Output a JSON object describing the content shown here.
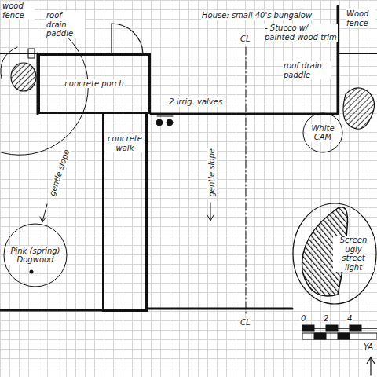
{
  "diagram": {
    "nodes": [
      {
        "text": [
          "concrete porch"
        ]
      },
      {
        "text": [
          "concrete walk"
        ]
      },
      {
        "text": [
          "Pink (spring) Dogwood"
        ]
      },
      {
        "text": [
          "White CAM"
        ]
      },
      {
        "text": [
          "Screen ugly street light"
        ]
      }
    ],
    "labels": [
      "wood fence",
      "roof drain paddle",
      "House: small 40's bungalow",
      "- Stucco w/ painted wood trim",
      "Wood fence",
      "2 irrig. valves",
      "roof drain paddle",
      "gentle slope",
      "gentle slope",
      "CL",
      "CL",
      "0",
      "2",
      "4",
      "YA"
    ]
  }
}
